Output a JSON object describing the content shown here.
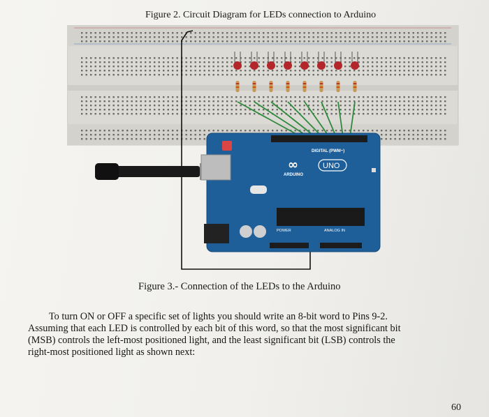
{
  "figure2_caption": "Figure 2. Circuit Diagram for LEDs connection to Arduino",
  "figure3_caption": "Figure 3.- Connection of the LEDs to the Arduino",
  "board": {
    "digital_label": "DIGITAL (PWM~)",
    "logo": "UNO",
    "brand": "ARDUINO",
    "power_label": "POWER",
    "analog_label": "ANALOG IN"
  },
  "paragraph_lines": [
    "To turn ON or OFF a specific set of lights you should write an 8-bit word to Pins 9-2.",
    "Assuming that each LED is controlled by each bit of this word, so that the most significant bit",
    "(MSB) controls the left-most positioned light, and the least significant bit (LSB) controls the",
    "right-most positioned light as shown next:"
  ],
  "page_number": "60",
  "colors": {
    "breadboard": "#dcdad4",
    "board": "#1f5f99",
    "led": "#b3262c",
    "wire": "#2f8a3c"
  }
}
